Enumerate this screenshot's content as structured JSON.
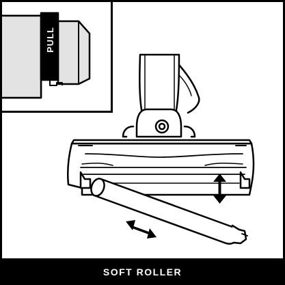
{
  "caption": "SOFT ROLLER",
  "inset": {
    "tab_label": "PULL"
  },
  "icons": {
    "main": "vacuum-head-with-removed-roller",
    "inset": "pull-tab-detail",
    "up_down": "up-down-arrow-icon",
    "left_right": "left-right-arrow-icon"
  },
  "colors": {
    "line": "#000000",
    "fill": "#ffffff",
    "shade": "#e3e3e3",
    "caption_bg": "#000000",
    "caption_text": "#ffffff"
  }
}
